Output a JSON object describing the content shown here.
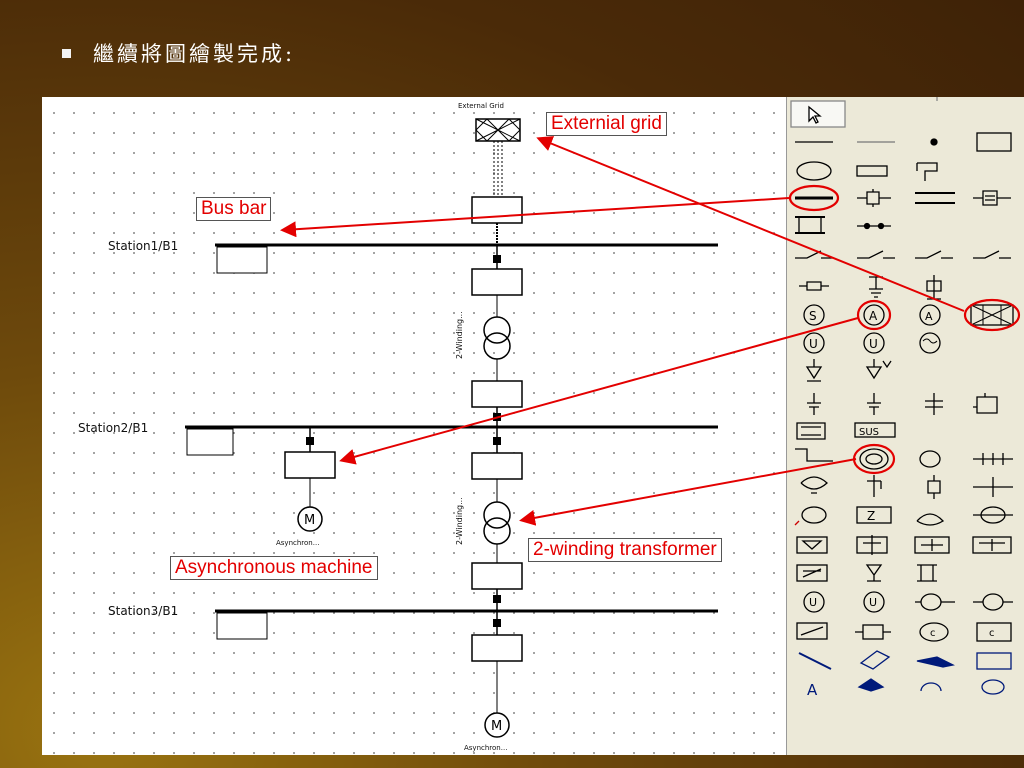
{
  "slide": {
    "title": "繼續將圖繪製完成:"
  },
  "diagram": {
    "stations": [
      "Station1/B1",
      "Station2/B1",
      "Station3/B1"
    ],
    "external_grid_label": "External Grid",
    "transformer_label": "2-Winding...",
    "machine_label": "Asynchron...",
    "motor_symbol": "M"
  },
  "callouts": {
    "external_grid": "Externial grid",
    "bus_bar": "Bus bar",
    "asynchronous_machine": "Asynchronous machine",
    "transformer": "2-winding transformer"
  },
  "toolbox": {
    "pointer": "pointer-arrow-icon",
    "sus_label": "SUS",
    "tool_text_a": "A"
  },
  "colors": {
    "callout_text": "#e30000",
    "arrow": "#e30000",
    "background": "#5a340a"
  }
}
